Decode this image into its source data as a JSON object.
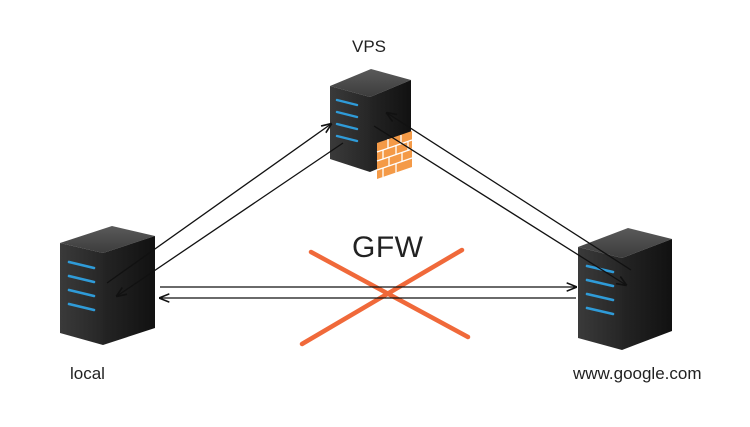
{
  "nodes": {
    "vps": {
      "label": "VPS",
      "icon": "server-icon",
      "extra_icon": "firewall-brick-icon"
    },
    "local": {
      "label": "local",
      "icon": "server-icon"
    },
    "google": {
      "label": "www.google.com",
      "icon": "server-icon"
    }
  },
  "blocker": {
    "label": "GFW",
    "icon": "cross-icon",
    "color": "#f0693a"
  },
  "colors": {
    "server_body": "#2b2b2b",
    "server_side": "#1c1c1c",
    "server_led": "#2f9bd8",
    "arrow": "#111111",
    "brick": "#f49a47"
  }
}
